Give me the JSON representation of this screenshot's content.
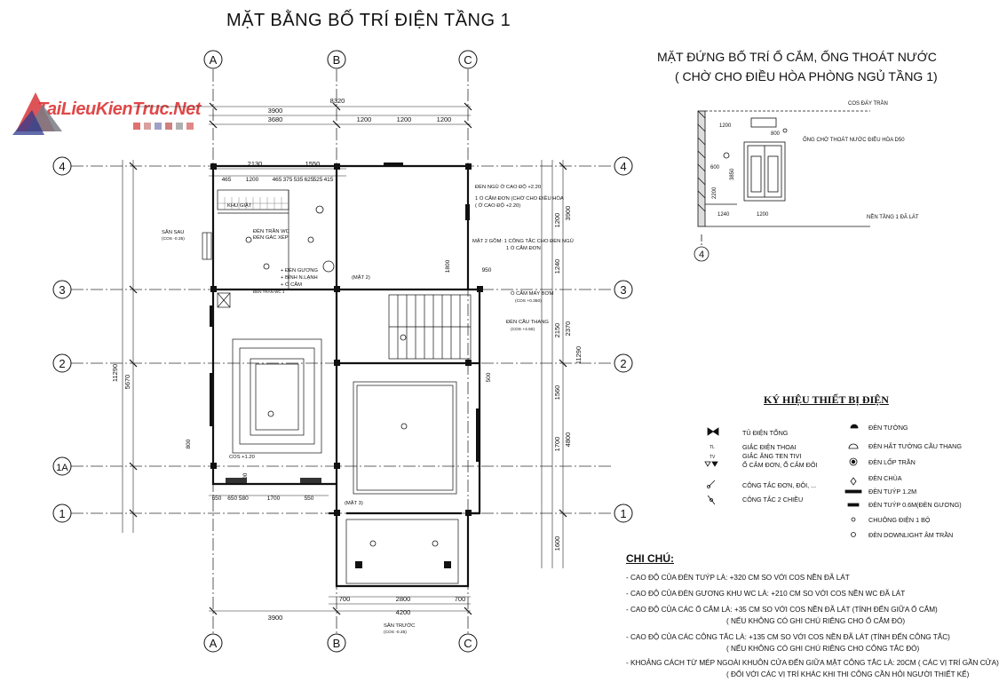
{
  "title": "MẶT BẰNG BỐ TRÍ ĐIỆN TẦNG 1",
  "elevation": {
    "title_line1": "MẶT ĐỨNG BỐ TRÍ Ổ CẮM, ỐNG THOÁT NƯỚC",
    "title_line2": "( CHỜ CHO ĐIỀU HÒA PHÒNG NGỦ TẦNG 1)",
    "cos_ceiling": "COS ĐÁY TRẦN",
    "drain": "ỐNG CHỜ THOÁT NƯỚC ĐIỀU HÒA D50",
    "floor": "NỀN TẦNG 1 ĐÃ LÁT",
    "dims": {
      "d1200a": "1200",
      "d800": "800",
      "d600": "600",
      "d2200": "2200",
      "d3850": "3850",
      "d1240": "1240",
      "d1200b": "1200"
    },
    "axis": "4"
  },
  "watermark": "TaiLieuKienTruc.Net",
  "axes": {
    "cols": [
      "A",
      "B",
      "C"
    ],
    "rows": [
      "4",
      "3",
      "2",
      "1A",
      "1"
    ]
  },
  "dims": {
    "top_total": "8320",
    "top_3900": "3900",
    "top_3680": "3680",
    "top_1200a": "1200",
    "top_1200b": "1200",
    "top_1200c": "1200",
    "top_2130": "2130",
    "top_1550": "1550",
    "top_465": "465",
    "top_1200d": "1200",
    "top_465b": "465",
    "top_375": "375",
    "top_535": "535",
    "top_625": "625",
    "top_525": "525",
    "top_415": "415",
    "left_11290": "11290",
    "left_5670": "5670",
    "right_11290": "11290",
    "right_3900": "3900",
    "right_2370": "2370",
    "right_4800": "4800",
    "right_1240": "1240",
    "right_1200": "1200",
    "right_2150": "2150",
    "right_1560": "1560",
    "right_1700": "1700",
    "right_1600": "1600",
    "bottom_3900": "3900",
    "bottom_4200": "4200",
    "bottom_2800": "2800",
    "bottom_700a": "700",
    "bottom_700b": "700",
    "b_650": "650",
    "b_650_580": "650 580",
    "b_1700": "1700",
    "b_550": "550",
    "d_950": "950",
    "d_1800": "1800",
    "d_800": "800",
    "d_500": "500",
    "d_600": "600"
  },
  "plan_labels": {
    "khu_giat": "KHU GIẶT",
    "den_tran_wc": "ĐÈN TRẦN WC",
    "den_gac_xep": "ĐÈN GÁC XÉP",
    "den_guong": "+ ĐÈN GƯƠNG",
    "binh_nl": "+ BÌNH N.LẠNH",
    "o_cam": "+ Ổ CẮM",
    "san_sau": "SÂN SAU",
    "cos_san_sau": "(COS -0.35)",
    "den_ngu": "ĐÈN NGỦ Ở CAO ĐỘ +2.20",
    "o_cam_don": "1 Ổ CẮM ĐƠN (CHỜ CHO ĐIỀU HÒA",
    "o_cao_do": "( Ở CAO ĐỘ +2.20)",
    "mat2": "MẶT 2 GỒM: 1 CÔNG TẮC CHO ĐÈN NGỦ",
    "mat2b": "1 Ổ CẮM ĐƠN",
    "mat2a": "(MẶT 2)",
    "o_cam_may_bom": "Ổ CẮM MÁY BƠM",
    "cos_may_bom": "(COS +0.350)",
    "den_cau_thang": "ĐÈN CẦU THANG",
    "cos_cau_thang": "(COS +4.50)",
    "cos_120": "COS +1.20",
    "mat3": "(MẶT 3)",
    "san_truoc": "SÂN TRƯỚC",
    "cos_san_truoc": "(COS -0.35)",
    "wall_tag": "ĐÈN TRẦN WC 1"
  },
  "legend": {
    "title": "KÝ HIỆU THIẾT BỊ ĐIỆN",
    "left": [
      "TỦ ĐIỆN TỔNG",
      "GIẮC ĐIỆN THOẠI",
      "GIẮC ĂNG TEN TIVI",
      "Ổ CẮM ĐƠN, Ổ CẮM ĐÔI",
      "CÔNG TẮC ĐƠN, ĐÔI, ...",
      "CÔNG TẮC 2 CHIỀU"
    ],
    "right": [
      "ĐÈN TƯỜNG",
      "ĐÈN HẮT TƯỜNG CẦU THANG",
      "ĐÈN LỐP TRẦN",
      "ĐÈN CHÙA",
      "ĐÈN TUÝP 1.2M",
      "ĐÈN TUÝP 0.6M(ĐÈN GƯƠNG)",
      "CHUÔNG ĐIỆN 1 BỘ",
      "ĐÈN DOWNLIGHT ÂM TRẦN"
    ],
    "tag_tl": "TL",
    "tag_tv": "TV"
  },
  "notes": {
    "head": "CHI CHÚ:",
    "lines": [
      "- CAO ĐỘ CỦA  ĐÈN TUÝP LÀ: +320 CM SO VỚI COS NỀN ĐÃ LÁT",
      "- CAO ĐỘ CỦA  ĐÈN GƯƠNG KHU WC LÀ: +210 CM SO VỚI COS NỀN WC ĐÃ LÁT",
      "- CAO ĐỘ CỦA CÁC Ổ CẮM LÀ:  +35 CM SO VỚI COS NỀN ĐÃ LÁT (TÍNH ĐẾN GIỮA Ổ CẮM)",
      "( NẾU KHÔNG CÓ GHI CHÚ RIÊNG CHO Ổ CẮM ĐÓ)",
      "- CAO ĐỘ CỦA CÁC CÔNG TẮC  LÀ:  +135 CM SO VỚI COS NỀN ĐÃ LÁT (TÍNH ĐẾN CÔNG TẮC)",
      "( NẾU KHÔNG CÓ GHI CHÚ RIÊNG CHO CÔNG TẮC ĐÓ)",
      "- KHOẢNG CÁCH TỪ MÉP NGOÀI KHUÔN CỬA ĐẾN GIỮA MẶT CÔNG TẮC LÀ: 20CM ( CÁC VỊ TRÍ GẦN CỬA)",
      "( ĐỐI VỚI CÁC VỊ TRÍ KHÁC KHI THI CÔNG CẦN HỎI NGƯỜI THIẾT KẾ)"
    ]
  }
}
